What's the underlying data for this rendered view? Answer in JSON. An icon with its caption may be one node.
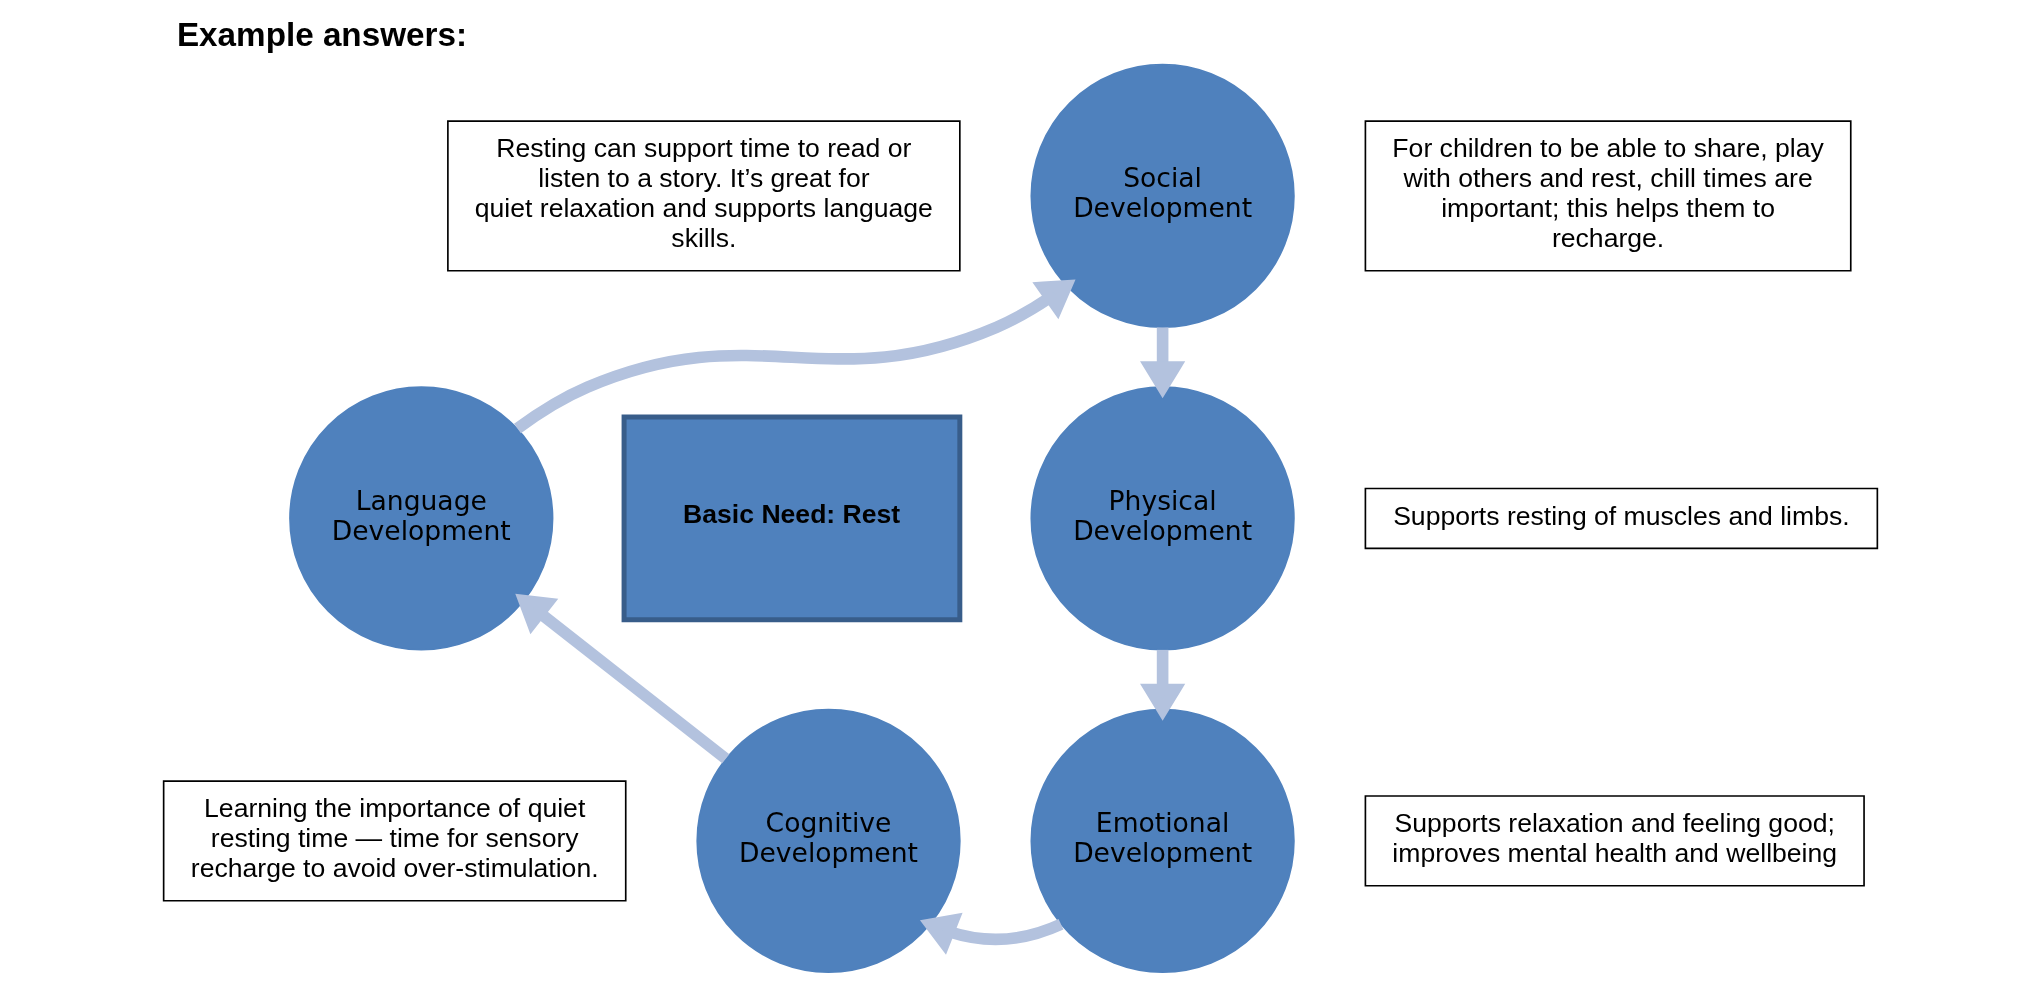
{
  "diagram": {
    "title": "Example answers:",
    "nodes": [
      {
        "text": [
          "Basic Need: Rest"
        ]
      },
      {
        "text": [
          "Social Development"
        ]
      },
      {
        "text": [
          "Physical Development"
        ]
      },
      {
        "text": [
          "Emotional Development"
        ]
      },
      {
        "text": [
          "Cognitive Development"
        ]
      },
      {
        "text": [
          "Language Development"
        ]
      },
      {
        "text": [
          "For children to be able to share, play with others and rest, chill times are important; this helps them to recharge."
        ]
      },
      {
        "text": [
          "Resting can support time to read or listen to a story. It’s great for quiet relaxation and supports language skills."
        ]
      },
      {
        "text": [
          "Supports resting of muscles and limbs."
        ]
      },
      {
        "text": [
          "Supports relaxation and feeling good; improves mental health and wellbeing"
        ]
      },
      {
        "text": [
          "Learning the importance of quiet resting time — time for sensory recharge to avoid over-stimulation."
        ]
      }
    ],
    "edges": [
      {
        "from": 5,
        "to": 1,
        "arrow": "to"
      },
      {
        "from": 1,
        "to": 2,
        "arrow": "to"
      },
      {
        "from": 2,
        "to": 3,
        "arrow": "to"
      },
      {
        "from": 3,
        "to": 4,
        "arrow": "to"
      },
      {
        "from": 4,
        "to": 5,
        "arrow": "to"
      }
    ]
  }
}
